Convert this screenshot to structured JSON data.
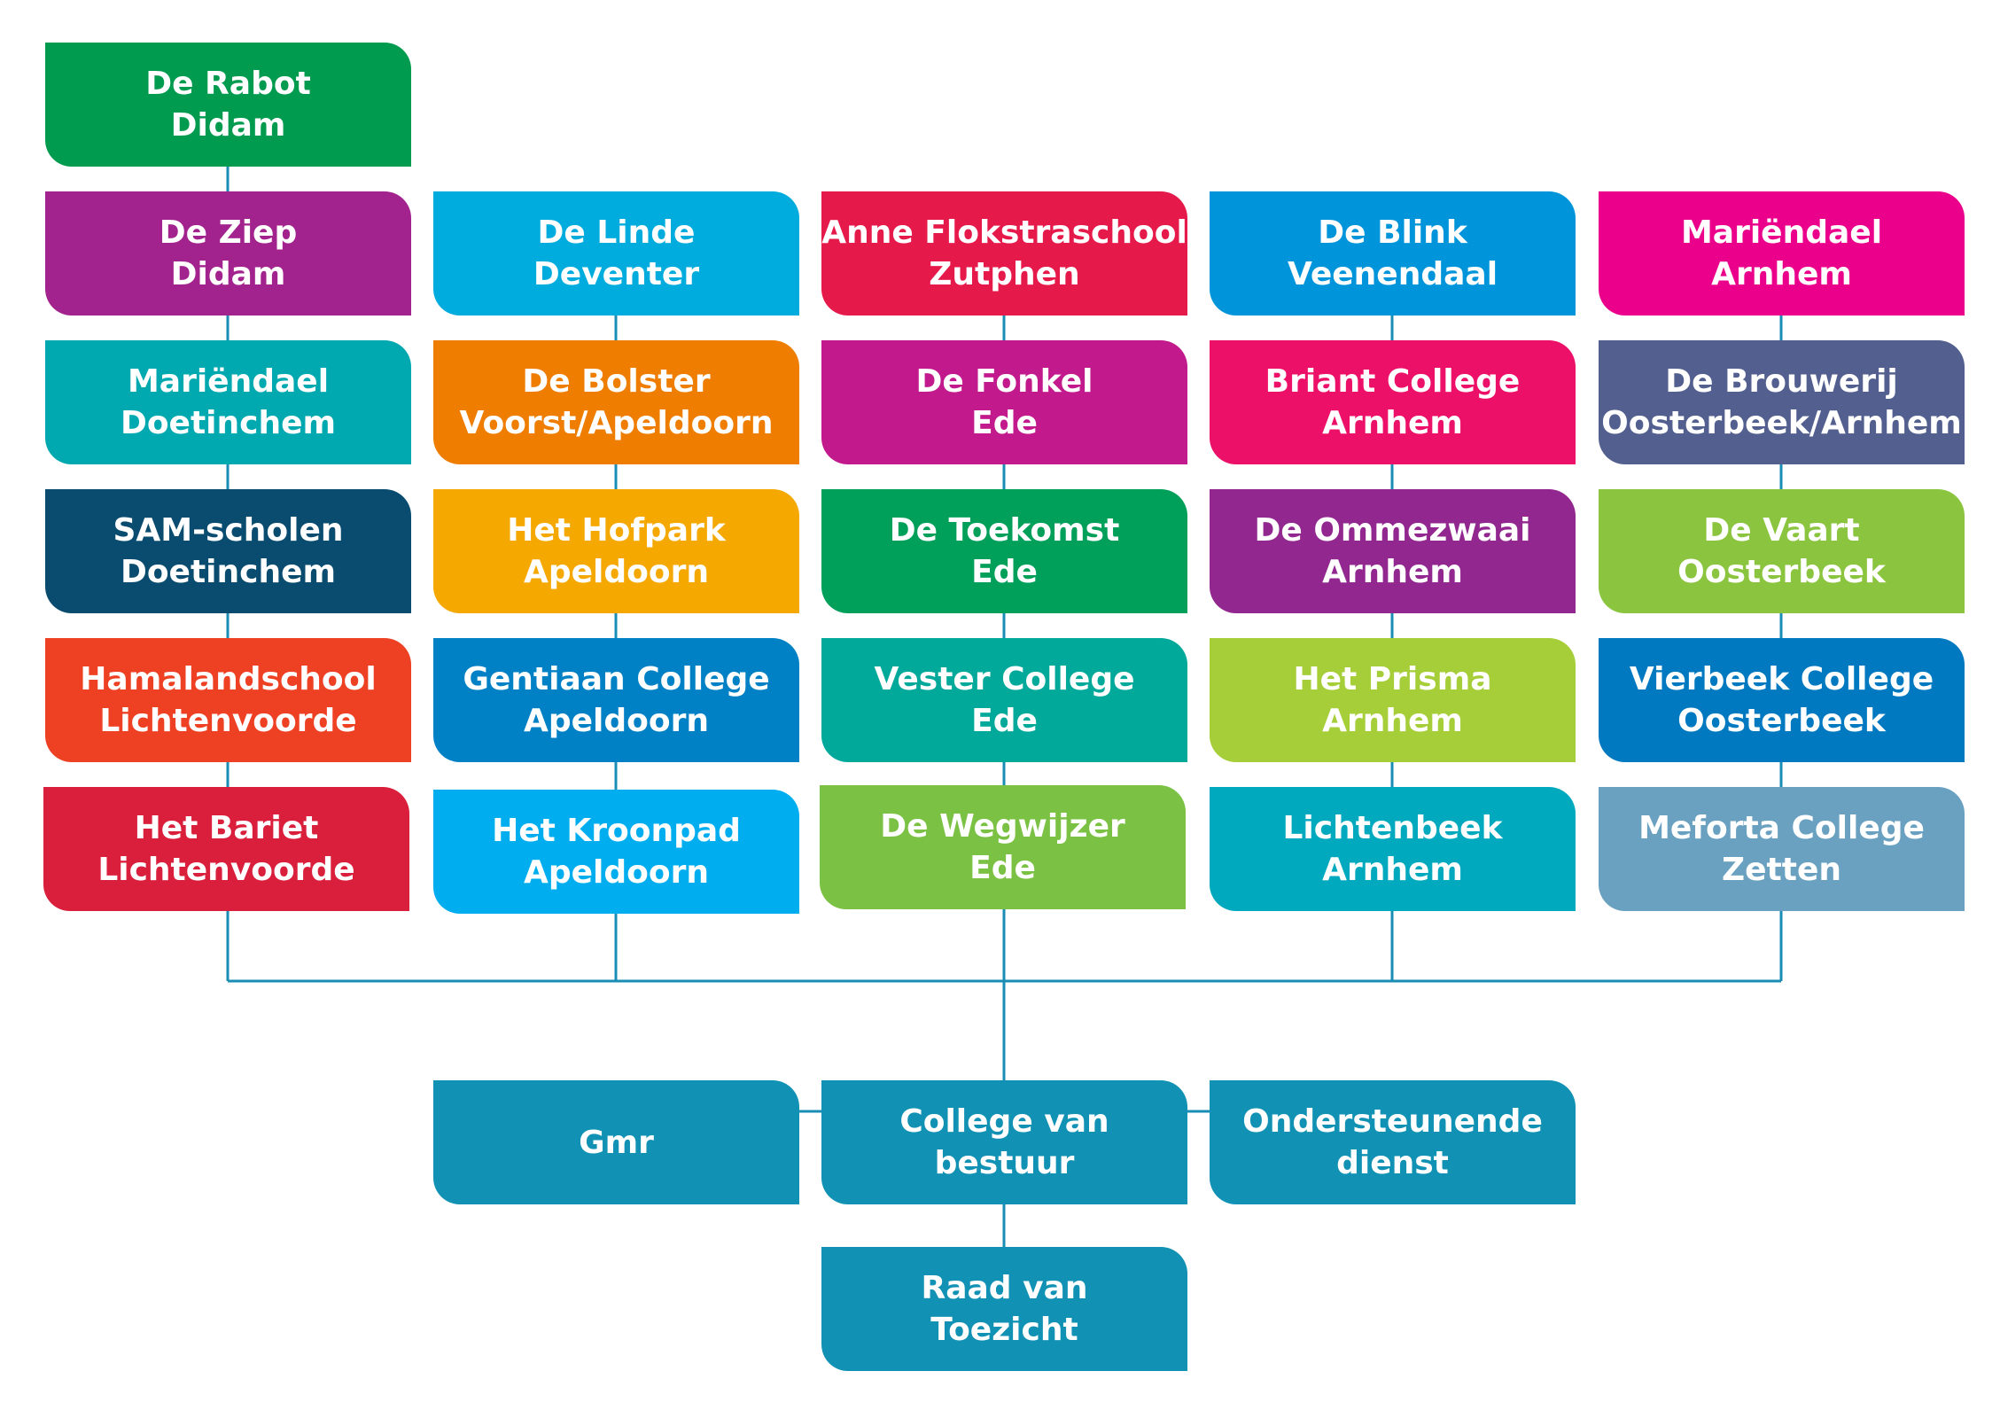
{
  "chart": {
    "columns": [
      {
        "nodes": [
          {
            "line1": "De Rabot",
            "line2": "Didam",
            "color": "#009B4F"
          },
          {
            "line1": "De Ziep",
            "line2": "Didam",
            "color": "#A3238E"
          },
          {
            "line1": "Mariëndael",
            "line2": "Doetinchem",
            "color": "#00A9B0"
          },
          {
            "line1": "SAM-scholen",
            "line2": "Doetinchem",
            "color": "#0A4C6F"
          },
          {
            "line1": "Hamalandschool",
            "line2": "Lichtenvoorde",
            "color": "#EE4023"
          },
          {
            "line1": "Het Bariet",
            "line2": "Lichtenvoorde",
            "color": "#DA1F3D"
          }
        ]
      },
      {
        "nodes": [
          {
            "line1": "De Linde",
            "line2": "Deventer",
            "color": "#00ACDD"
          },
          {
            "line1": "De Bolster",
            "line2": "Voorst/Apeldoorn",
            "color": "#EE7D00"
          },
          {
            "line1": "Het Hofpark",
            "line2": "Apeldoorn",
            "color": "#F5A800"
          },
          {
            "line1": "Gentiaan College",
            "line2": "Apeldoorn",
            "color": "#0081C6"
          },
          {
            "line1": "Het Kroonpad",
            "line2": "Apeldoorn",
            "color": "#00AEEF"
          }
        ]
      },
      {
        "nodes": [
          {
            "line1": "Anne Flokstraschool",
            "line2": "Zutphen",
            "color": "#E6194B"
          },
          {
            "line1": "De Fonkel",
            "line2": "Ede",
            "color": "#C2198D"
          },
          {
            "line1": "De Toekomst",
            "line2": "Ede",
            "color": "#00A05A"
          },
          {
            "line1": "Vester College",
            "line2": "Ede",
            "color": "#00A99A"
          },
          {
            "line1": "De Wegwijzer",
            "line2": "Ede",
            "color": "#7BC143"
          }
        ]
      },
      {
        "nodes": [
          {
            "line1": "De Blink",
            "line2": "Veenendaal",
            "color": "#0095DA"
          },
          {
            "line1": "Briant College",
            "line2": "Arnhem",
            "color": "#EC1069"
          },
          {
            "line1": "De Ommezwaai",
            "line2": "Arnhem",
            "color": "#92278F"
          },
          {
            "line1": "Het Prisma",
            "line2": "Arnhem",
            "color": "#A6CE39"
          },
          {
            "line1": "Lichtenbeek",
            "line2": "Arnhem",
            "color": "#00A9BE"
          }
        ]
      },
      {
        "nodes": [
          {
            "line1": "Mariëndael",
            "line2": "Arnhem",
            "color": "#EB008B"
          },
          {
            "line1": "De Brouwerij",
            "line2": "Oosterbeek/Arnhem",
            "color": "#53608F"
          },
          {
            "line1": "De Vaart",
            "line2": "Oosterbeek",
            "color": "#8BC53F"
          },
          {
            "line1": "Vierbeek College",
            "line2": "Oosterbeek",
            "color": "#0079C1"
          },
          {
            "line1": "Meforta College",
            "line2": "Zetten",
            "color": "#6AA1C1"
          }
        ]
      }
    ],
    "governance": {
      "gmr": {
        "line1": "Gmr",
        "line2": "",
        "color": "#1191B4"
      },
      "board": {
        "line1": "College van",
        "line2": "bestuur",
        "color": "#1191B4"
      },
      "support": {
        "line1": "Ondersteunende",
        "line2": "dienst",
        "color": "#1191B4"
      },
      "supervisory": {
        "line1": "Raad van",
        "line2": "Toezicht",
        "color": "#1191B4"
      }
    },
    "line_color": "#1A8DB4"
  }
}
